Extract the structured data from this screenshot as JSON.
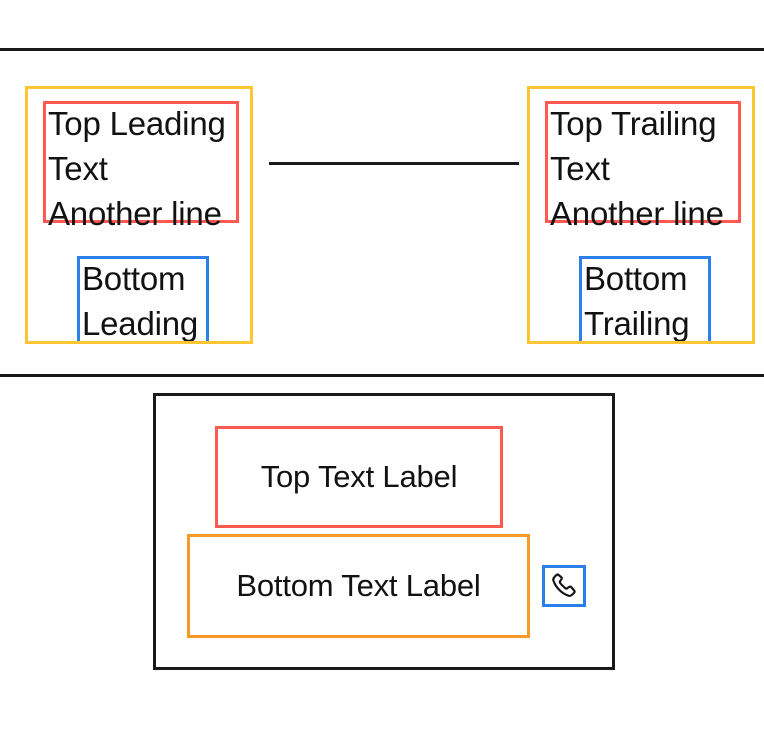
{
  "layout": {
    "dividers": [
      "top-divider",
      "middle-divider"
    ],
    "colors": {
      "outer_container_stroke": "#FFC533",
      "top_text_stroke": "#FF5A52",
      "bottom_text_stroke": "#2B7FE8",
      "bottom_label_stroke": "#F89A28",
      "card_stroke": "#1a1a1a",
      "text": "#121212",
      "background": "#ffffff"
    }
  },
  "section_row": {
    "leading": {
      "top_text": "Top Leading\nText\nAnother line",
      "bottom_text": "Bottom\nLeading"
    },
    "trailing": {
      "top_text": "Top Trailing\nText\nAnother line",
      "bottom_text": "Bottom\nTrailing"
    },
    "connector": "horizontal-rule"
  },
  "section_card": {
    "top_label": "Top Text Label",
    "bottom_label": "Bottom Text Label",
    "action_icon": "phone-icon"
  }
}
